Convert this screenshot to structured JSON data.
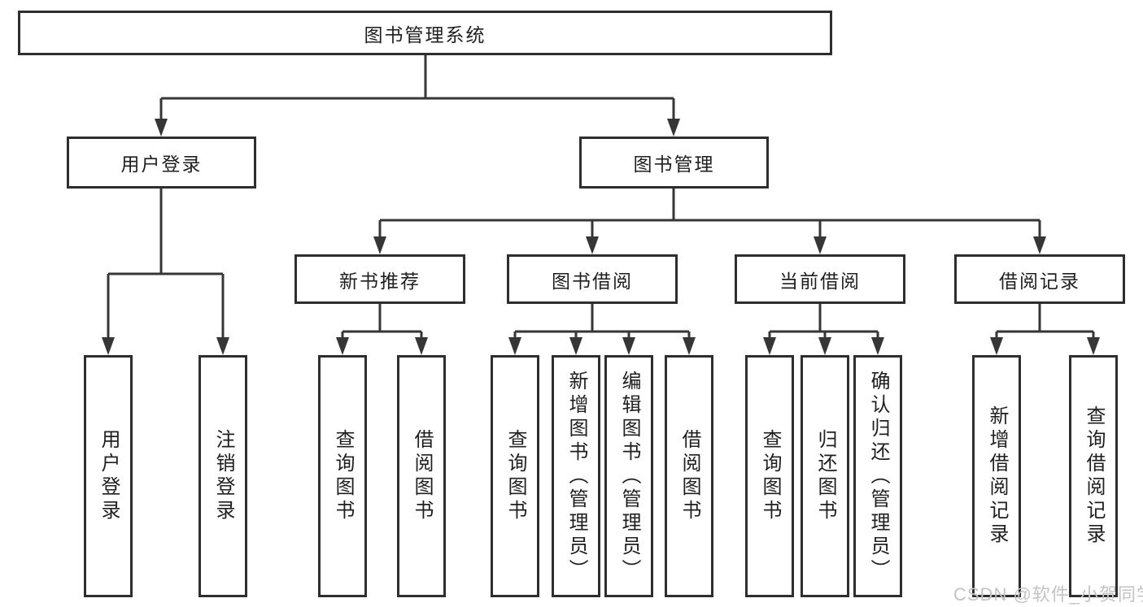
{
  "tree": {
    "root": {
      "label": "图书管理系统",
      "children": [
        {
          "label": "用户登录",
          "children": [
            {
              "label": "用户登录"
            },
            {
              "label": "注销登录"
            }
          ]
        },
        {
          "label": "图书管理",
          "children": [
            {
              "label": "新书推荐",
              "children": [
                {
                  "label": "查询图书"
                },
                {
                  "label": "借阅图书"
                }
              ]
            },
            {
              "label": "图书借阅",
              "children": [
                {
                  "label": "查询图书"
                },
                {
                  "label": "新增图书（管理员）"
                },
                {
                  "label": "编辑图书（管理员）"
                },
                {
                  "label": "借阅图书"
                }
              ]
            },
            {
              "label": "当前借阅",
              "children": [
                {
                  "label": "查询图书"
                },
                {
                  "label": "归还图书"
                },
                {
                  "label": "确认归还（管理员）"
                }
              ]
            },
            {
              "label": "借阅记录",
              "children": [
                {
                  "label": "新增借阅记录"
                },
                {
                  "label": "查询借阅记录"
                }
              ]
            }
          ]
        }
      ]
    }
  },
  "watermark": "CSDN @软件_小贺同学",
  "colors": {
    "line": "#363636",
    "box_border": "#2e2e2e",
    "text": "#1f1f1f",
    "watermark": "#c3c3c3",
    "background": "#ffffff"
  }
}
